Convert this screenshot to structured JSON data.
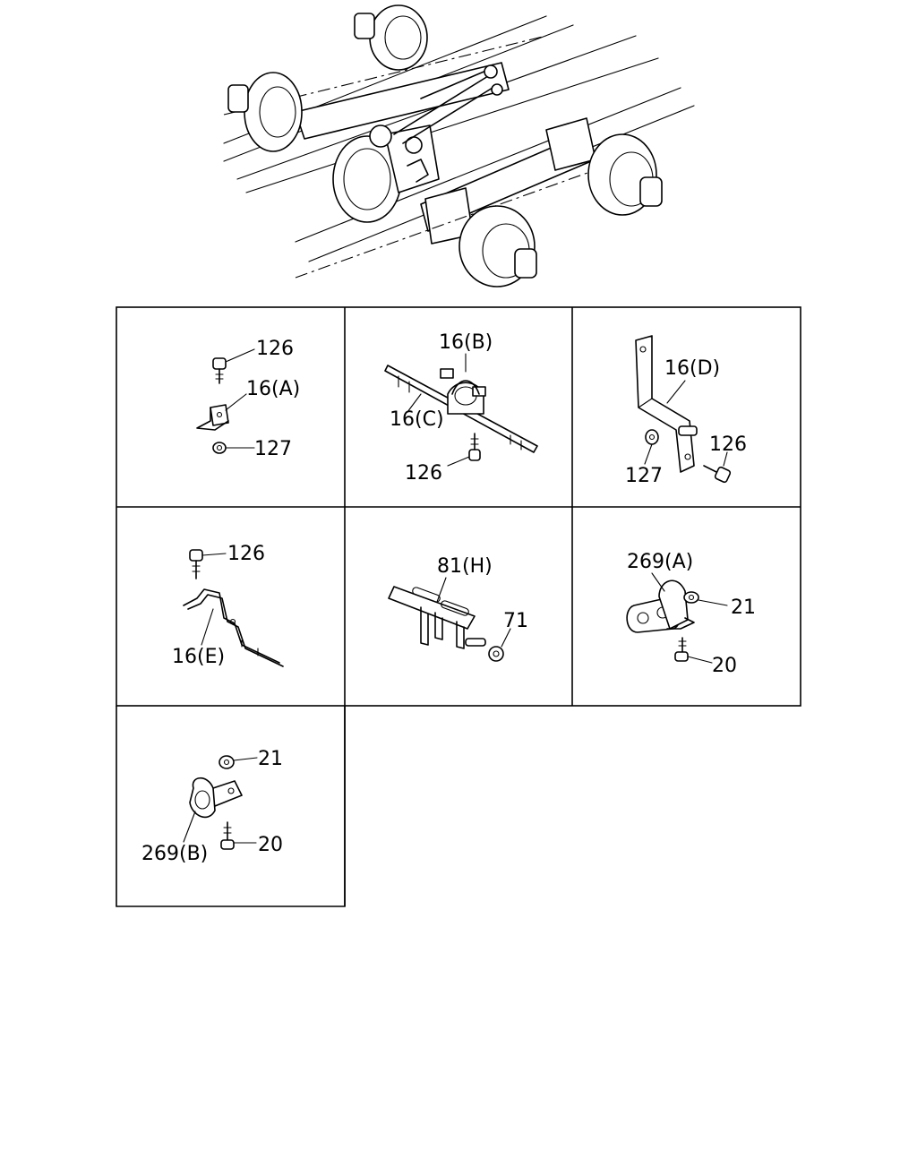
{
  "labels": {
    "a": {
      "bolt": "126",
      "bracket": "16(A)",
      "nut": "127"
    },
    "b": {
      "clamp": "16(B)",
      "bracket": "16(C)",
      "bolt": "126"
    },
    "c": {
      "bracket": "16(D)",
      "bolt": "126",
      "nut": "127"
    },
    "d": {
      "bolt": "126",
      "bracket": "16(E)"
    },
    "e": {
      "bracket": "81(H)",
      "nut": "71"
    },
    "f": {
      "clip": "269(A)",
      "nut": "21",
      "bolt": "20"
    },
    "g": {
      "nut": "21",
      "clip": "269(B)",
      "bolt": "20"
    }
  }
}
